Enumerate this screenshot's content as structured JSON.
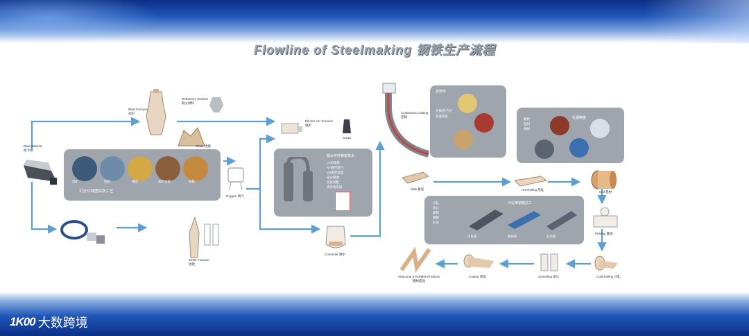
{
  "header": {
    "title": "Flowline of Steelmaking  钢铁生产流程"
  },
  "left_section": {
    "raw_material": {
      "en": "Raw Material",
      "zh": "原  料"
    },
    "blast_furnace_label": {
      "en": "Blast Furnace",
      "zh": "高炉"
    },
    "refractory_label": {
      "en": "Refractory Sorbent",
      "zh": "耐火材料"
    },
    "sinter_label": {
      "en": "Sinter",
      "zh": "烧结"
    },
    "pellet_label": {
      "en": "Sinter Furnace",
      "zh": "烧结"
    },
    "oxygen_label": {
      "en": "Oxygen",
      "zh": "氧气"
    },
    "panel_caption": "可交付球团炼铁工艺",
    "process_circles": [
      "选矿",
      "烧结",
      "球团",
      "高炉冶炼",
      "炼铁"
    ]
  },
  "middle_section": {
    "electric_furnace": {
      "en": "Electric Arc Furnace",
      "zh": "电炉"
    },
    "scrap": {
      "en": "Scrap",
      "zh": "废钢"
    },
    "panel_title": "钢水炉外精炼技术",
    "panel_lines": [
      "LF炉精炼",
      "RH真空脱气",
      "VD真空处理",
      "成分微调",
      "温度调整",
      "夹杂物去除"
    ],
    "converter": {
      "en": "Converter",
      "zh": "转炉"
    }
  },
  "right_section": {
    "continuous_casting": {
      "en": "Continuous Casting",
      "zh": "连铸"
    },
    "panel_a": {
      "title": "连铸坯",
      "subtitle": "连铸坯/方坯",
      "line": "热送热装"
    },
    "panel_b": {
      "title": "轧钢精整",
      "lines": [
        "板材",
        "型材",
        "线材"
      ]
    },
    "slab": {
      "en": "Slab",
      "zh": "板坯"
    },
    "hot_rolling": {
      "en": "Hot Rolling",
      "zh": "热轧"
    },
    "coil": {
      "en": "Coil",
      "zh": "卷材"
    },
    "pickling": {
      "en": "Pickling",
      "zh": "酸洗"
    },
    "panel_c": {
      "title": "冷轧带钢精加工",
      "items": [
        "冷轧",
        "退火",
        "镀锌",
        "镀锡",
        "彩涂"
      ],
      "captions": [
        "冷轧卷",
        "镀锌卷",
        "彩涂卷"
      ]
    },
    "cold_rolling": {
      "en": "Cold Rolling",
      "zh": "冷轧"
    },
    "annealing": {
      "en": "Annealing",
      "zh": "退火"
    },
    "coated": {
      "en": "Coated",
      "zh": "涂层"
    },
    "final_products": {
      "en": "Structural & Rollable Products",
      "zh": "钢材成品"
    }
  },
  "footer": {
    "logo_mark": "1K00",
    "logo_text": "大数跨境"
  },
  "colors": {
    "arrow": "#5b9fd3",
    "panel": "#9fa5ad",
    "band": "#1f56b8"
  }
}
